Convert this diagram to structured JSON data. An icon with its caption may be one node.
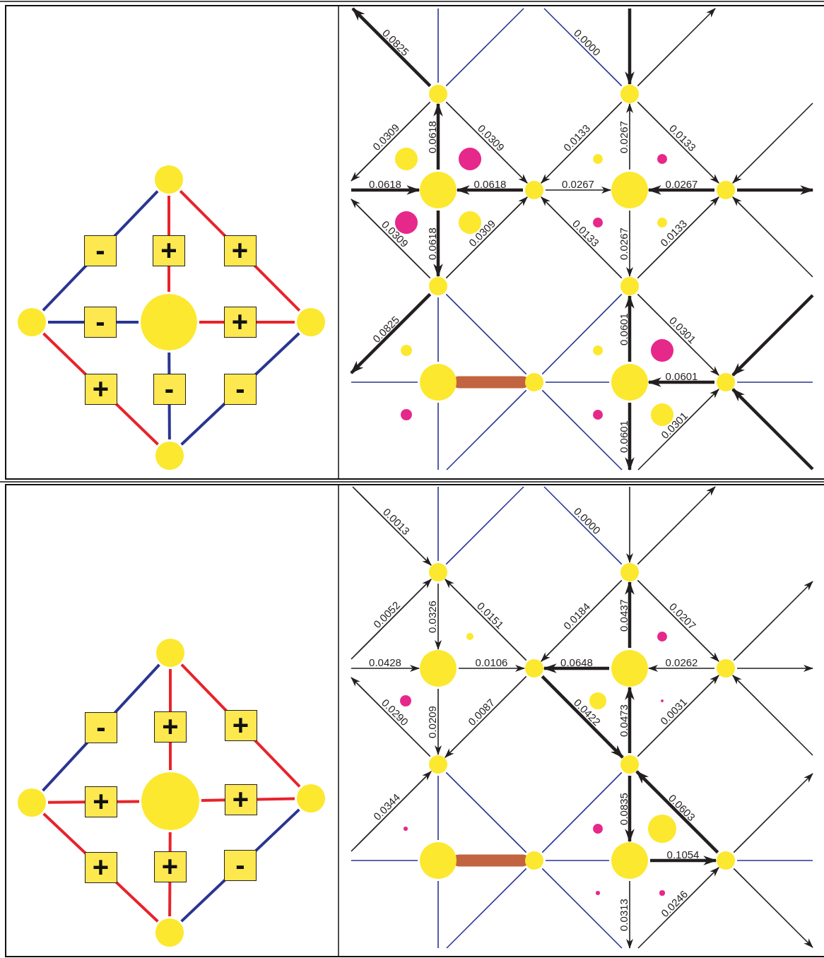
{
  "diagram": {
    "nodes": [
      {
        "text": [],
        "shape": "circle"
      },
      {
        "text": [],
        "shape": "circle"
      },
      {
        "text": [],
        "shape": "circle"
      },
      {
        "text": [],
        "shape": "circle"
      },
      {
        "text": [],
        "shape": "circle"
      },
      {
        "text": [],
        "shape": "circle"
      },
      {
        "text": [],
        "shape": "circle"
      },
      {
        "text": [],
        "shape": "circle"
      },
      {
        "text": [],
        "shape": "circle"
      },
      {
        "text": [],
        "shape": "circle"
      },
      {
        "text": [],
        "shape": "circle"
      },
      {
        "text": [],
        "shape": "circle"
      },
      {
        "text": [],
        "shape": "circle"
      },
      {
        "text": [],
        "shape": "circle"
      },
      {
        "text": [],
        "shape": "circle"
      },
      {
        "text": [],
        "shape": "circle"
      },
      {
        "text": [],
        "shape": "circle"
      },
      {
        "text": [],
        "shape": "circle"
      },
      {
        "text": [],
        "shape": "circle"
      },
      {
        "text": [],
        "shape": "circle"
      },
      {
        "text": [],
        "shape": "circle"
      },
      {
        "text": [],
        "shape": "circle"
      },
      {
        "text": [],
        "shape": "circle"
      },
      {
        "text": [],
        "shape": "circle"
      },
      {
        "text": [],
        "shape": "circle"
      },
      {
        "text": [],
        "shape": "circle"
      },
      {
        "text": [],
        "shape": "circle"
      },
      {
        "text": [],
        "shape": "circle"
      },
      {
        "text": [],
        "shape": "circle"
      },
      {
        "text": [],
        "shape": "circle"
      },
      {
        "text": [],
        "shape": "circle"
      },
      {
        "text": [],
        "shape": "circle"
      },
      {
        "text": [],
        "shape": "circle"
      },
      {
        "text": [],
        "shape": "circle"
      }
    ],
    "edges": [
      {
        "from": 0,
        "to": 1,
        "arrow": "none",
        "label": "-",
        "style": "thick",
        "color": "#2a3591"
      },
      {
        "from": 0,
        "to": 2,
        "arrow": "none",
        "label": "+",
        "style": "thick",
        "color": "#e8232a"
      },
      {
        "from": 0,
        "to": 3,
        "arrow": "none",
        "label": "+",
        "style": "thick",
        "color": "#e8232a"
      },
      {
        "from": 1,
        "to": 2,
        "arrow": "none",
        "label": "-",
        "style": "thick",
        "color": "#2a3591"
      },
      {
        "from": 2,
        "to": 3,
        "arrow": "none",
        "label": "+",
        "style": "thick",
        "color": "#e8232a"
      },
      {
        "from": 1,
        "to": 4,
        "arrow": "none",
        "label": "+",
        "style": "thick",
        "color": "#e8232a"
      },
      {
        "from": 2,
        "to": 4,
        "arrow": "none",
        "label": "-",
        "style": "thick",
        "color": "#2a3591"
      },
      {
        "from": 3,
        "to": 4,
        "arrow": "none",
        "label": "-",
        "style": "thick",
        "color": "#2a3591"
      },
      {
        "from": 5,
        "to": null,
        "arrow": "to",
        "label": "0.0825",
        "style": "thick"
      },
      {
        "from": 5,
        "to": null,
        "arrow": "none",
        "color": "#2a3591"
      },
      {
        "from": 5,
        "to": null,
        "arrow": "none",
        "color": "#2a3591"
      },
      {
        "from": null,
        "to": 6,
        "arrow": "none",
        "label": "0.0000",
        "color": "#2a3591"
      },
      {
        "from": null,
        "to": 6,
        "arrow": "to",
        "style": "thick"
      },
      {
        "from": 6,
        "to": null,
        "arrow": "to"
      },
      {
        "from": 5,
        "to": null,
        "arrow": "to",
        "label": "0.0309"
      },
      {
        "from": 7,
        "to": 5,
        "arrow": "to",
        "label": "0.0618",
        "style": "thick"
      },
      {
        "from": 5,
        "to": 8,
        "arrow": "to",
        "label": "0.0309"
      },
      {
        "from": 6,
        "to": 8,
        "arrow": "to",
        "label": "0.0133"
      },
      {
        "from": 9,
        "to": 6,
        "arrow": "to",
        "label": "0.0267"
      },
      {
        "from": 6,
        "to": 10,
        "arrow": "to",
        "label": "0.0133"
      },
      {
        "from": null,
        "to": 10,
        "arrow": "to"
      },
      {
        "from": null,
        "to": 7,
        "arrow": "to",
        "label": "0.0618",
        "style": "thick"
      },
      {
        "from": 8,
        "to": 7,
        "arrow": "to",
        "label": "0.0618",
        "style": "thick"
      },
      {
        "from": 8,
        "to": 9,
        "arrow": "to",
        "label": "0.0267"
      },
      {
        "from": 10,
        "to": 9,
        "arrow": "to",
        "label": "0.0267",
        "style": "thick"
      },
      {
        "from": 10,
        "to": null,
        "arrow": "to",
        "style": "thick"
      },
      {
        "from": 11,
        "to": null,
        "arrow": "to",
        "label": "0.0309"
      },
      {
        "from": 7,
        "to": 11,
        "arrow": "to",
        "label": "0.0618",
        "style": "thick"
      },
      {
        "from": 11,
        "to": 8,
        "arrow": "to",
        "label": "0.0309"
      },
      {
        "from": 12,
        "to": 8,
        "arrow": "to",
        "label": "0.0133"
      },
      {
        "from": 9,
        "to": 12,
        "arrow": "to",
        "label": "0.0267"
      },
      {
        "from": 12,
        "to": 10,
        "arrow": "to",
        "label": "0.0133"
      },
      {
        "from": null,
        "to": 10,
        "arrow": "to"
      },
      {
        "from": 11,
        "to": null,
        "arrow": "to",
        "label": "0.0825",
        "style": "thick"
      },
      {
        "from": 11,
        "to": 13,
        "arrow": "none",
        "color": "#2a3591"
      },
      {
        "from": 11,
        "to": 14,
        "arrow": "none",
        "color": "#2a3591"
      },
      {
        "from": 12,
        "to": 14,
        "arrow": "none",
        "color": "#2a3591"
      },
      {
        "from": 15,
        "to": 12,
        "arrow": "to",
        "label": "0.0601",
        "style": "thick"
      },
      {
        "from": 12,
        "to": 16,
        "arrow": "to",
        "label": "0.0301"
      },
      {
        "from": null,
        "to": 16,
        "arrow": "to",
        "style": "thick"
      },
      {
        "from": null,
        "to": 13,
        "arrow": "none",
        "color": "#2a3591"
      },
      {
        "from": 13,
        "to": 14,
        "arrow": "none",
        "style": "thick",
        "color": "#c1643f"
      },
      {
        "from": 14,
        "to": 15,
        "arrow": "none",
        "color": "#2a3591"
      },
      {
        "from": 16,
        "to": 15,
        "arrow": "to",
        "label": "0.0601",
        "style": "thick"
      },
      {
        "from": 16,
        "to": null,
        "arrow": "none",
        "color": "#2a3591"
      },
      {
        "from": 13,
        "to": null,
        "arrow": "none",
        "color": "#2a3591"
      },
      {
        "from": 14,
        "to": null,
        "arrow": "none",
        "color": "#2a3591"
      },
      {
        "from": 14,
        "to": null,
        "arrow": "none",
        "color": "#2a3591"
      },
      {
        "from": 15,
        "to": null,
        "arrow": "to",
        "label": "0.0601",
        "style": "thick"
      },
      {
        "from": null,
        "to": 16,
        "arrow": "to",
        "label": "0.0301"
      },
      {
        "from": null,
        "to": 16,
        "arrow": "to",
        "style": "thick"
      },
      {
        "from": 17,
        "to": 18,
        "arrow": "none",
        "label": "-",
        "style": "thick",
        "color": "#2a3591"
      },
      {
        "from": 17,
        "to": 19,
        "arrow": "none",
        "label": "+",
        "style": "thick",
        "color": "#e8232a"
      },
      {
        "from": 17,
        "to": 20,
        "arrow": "none",
        "label": "+",
        "style": "thick",
        "color": "#e8232a"
      },
      {
        "from": 18,
        "to": 19,
        "arrow": "none",
        "label": "+",
        "style": "thick",
        "color": "#e8232a"
      },
      {
        "from": 19,
        "to": 20,
        "arrow": "none",
        "label": "+",
        "style": "thick",
        "color": "#e8232a"
      },
      {
        "from": 18,
        "to": 21,
        "arrow": "none",
        "label": "+",
        "style": "thick",
        "color": "#e8232a"
      },
      {
        "from": 19,
        "to": 21,
        "arrow": "none",
        "label": "+",
        "style": "thick",
        "color": "#e8232a"
      },
      {
        "from": 20,
        "to": 21,
        "arrow": "none",
        "label": "-",
        "style": "thick",
        "color": "#2a3591"
      },
      {
        "from": null,
        "to": 22,
        "arrow": "to",
        "label": "0.0013"
      },
      {
        "from": 22,
        "to": null,
        "arrow": "none",
        "color": "#2a3591"
      },
      {
        "from": 22,
        "to": null,
        "arrow": "none",
        "color": "#2a3591"
      },
      {
        "from": null,
        "to": 23,
        "arrow": "none",
        "label": "0.0000",
        "color": "#2a3591"
      },
      {
        "from": null,
        "to": 23,
        "arrow": "to"
      },
      {
        "from": 23,
        "to": null,
        "arrow": "to"
      },
      {
        "from": null,
        "to": 22,
        "arrow": "to",
        "label": "0.0052"
      },
      {
        "from": 22,
        "to": 24,
        "arrow": "to",
        "label": "0.0326"
      },
      {
        "from": 25,
        "to": 22,
        "arrow": "to",
        "label": "0.0151"
      },
      {
        "from": 23,
        "to": 25,
        "arrow": "to",
        "label": "0.0184"
      },
      {
        "from": 26,
        "to": 23,
        "arrow": "to",
        "label": "0.0437",
        "style": "thick"
      },
      {
        "from": 23,
        "to": 27,
        "arrow": "to",
        "label": "0.0207"
      },
      {
        "from": 27,
        "to": null,
        "arrow": "to"
      },
      {
        "from": null,
        "to": 24,
        "arrow": "to",
        "label": "0.0428"
      },
      {
        "from": 24,
        "to": 25,
        "arrow": "to",
        "label": "0.0106"
      },
      {
        "from": 26,
        "to": 25,
        "arrow": "to",
        "label": "0.0648",
        "style": "thick"
      },
      {
        "from": 27,
        "to": 26,
        "arrow": "to",
        "label": "0.0262"
      },
      {
        "from": 27,
        "to": null,
        "arrow": "to"
      },
      {
        "from": 28,
        "to": null,
        "arrow": "to",
        "label": "0.0290"
      },
      {
        "from": 24,
        "to": 28,
        "arrow": "to",
        "label": "0.0209"
      },
      {
        "from": 25,
        "to": 28,
        "arrow": "to",
        "label": "0.0087"
      },
      {
        "from": 25,
        "to": 29,
        "arrow": "to",
        "label": "0.0422",
        "style": "thick"
      },
      {
        "from": 29,
        "to": 26,
        "arrow": "to",
        "label": "0.0473",
        "style": "thick"
      },
      {
        "from": 29,
        "to": 27,
        "arrow": "to",
        "label": "0.0031"
      },
      {
        "from": null,
        "to": 27,
        "arrow": "to"
      },
      {
        "from": null,
        "to": 28,
        "arrow": "to",
        "label": "0.0344"
      },
      {
        "from": 28,
        "to": 30,
        "arrow": "none",
        "color": "#2a3591"
      },
      {
        "from": 28,
        "to": 31,
        "arrow": "none",
        "color": "#2a3591"
      },
      {
        "from": 29,
        "to": 31,
        "arrow": "none",
        "color": "#2a3591"
      },
      {
        "from": 29,
        "to": 32,
        "arrow": "to",
        "label": "0.0835",
        "style": "thick"
      },
      {
        "from": 33,
        "to": 29,
        "arrow": "to",
        "label": "0.0603",
        "style": "thick"
      },
      {
        "from": 33,
        "to": null,
        "arrow": "to"
      },
      {
        "from": null,
        "to": 30,
        "arrow": "none",
        "color": "#2a3591"
      },
      {
        "from": 30,
        "to": 31,
        "arrow": "none",
        "style": "thick",
        "color": "#c1643f"
      },
      {
        "from": 31,
        "to": 32,
        "arrow": "none",
        "color": "#2a3591"
      },
      {
        "from": 32,
        "to": 33,
        "arrow": "to",
        "label": "0.1054",
        "style": "thick"
      },
      {
        "from": 33,
        "to": null,
        "arrow": "none",
        "color": "#2a3591"
      },
      {
        "from": 30,
        "to": null,
        "arrow": "none",
        "color": "#2a3591"
      },
      {
        "from": 31,
        "to": null,
        "arrow": "none",
        "color": "#2a3591"
      },
      {
        "from": 31,
        "to": null,
        "arrow": "none",
        "color": "#2a3591"
      },
      {
        "from": 32,
        "to": null,
        "arrow": "to",
        "label": "0.0313"
      },
      {
        "from": null,
        "to": 33,
        "arrow": "to",
        "label": "0.0246"
      },
      {
        "from": 33,
        "to": null,
        "arrow": "to"
      }
    ]
  }
}
